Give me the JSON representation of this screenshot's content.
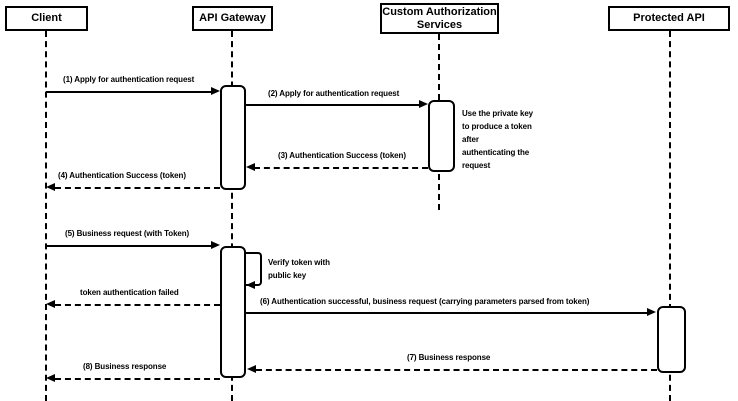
{
  "canvas": {
    "background_color": "#ffffff",
    "line_color": "#000000",
    "text_color": "#000000"
  },
  "actors": [
    {
      "id": "client",
      "name": "Client"
    },
    {
      "id": "api-gateway",
      "name": "API Gateway"
    },
    {
      "id": "custom-auth",
      "name": "Custom Authorization Services"
    },
    {
      "id": "protected-api",
      "name": "Protected API"
    }
  ],
  "messages": [
    {
      "label": "(1) Apply for authentication request",
      "from": "client",
      "to": "api-gateway",
      "style": "solid"
    },
    {
      "label": "(2) Apply for authentication request",
      "from": "api-gateway",
      "to": "custom-auth",
      "style": "solid"
    },
    {
      "label": "(3) Authentication Success (token)",
      "from": "custom-auth",
      "to": "api-gateway",
      "style": "dashed"
    },
    {
      "label": "(4) Authentication Success (token)",
      "from": "api-gateway",
      "to": "client",
      "style": "dashed"
    },
    {
      "label": "(5) Business request (with Token)",
      "from": "client",
      "to": "api-gateway",
      "style": "solid"
    },
    {
      "label": "token authentication failed",
      "from": "api-gateway",
      "to": "client",
      "style": "dashed"
    },
    {
      "label": "(6) Authentication successful, business request (carrying parameters parsed from token)",
      "from": "api-gateway",
      "to": "protected-api",
      "style": "solid"
    },
    {
      "label": "(7) Business response",
      "from": "protected-api",
      "to": "api-gateway",
      "style": "dashed"
    },
    {
      "label": "(8) Business response",
      "from": "api-gateway",
      "to": "client",
      "style": "dashed"
    }
  ],
  "self_message": {
    "label": "Verify token with public key",
    "actor": "api-gateway"
  },
  "notes": [
    {
      "text": "Use the private key to produce a token after authenticating the request",
      "attached_to": "custom-auth"
    }
  ]
}
